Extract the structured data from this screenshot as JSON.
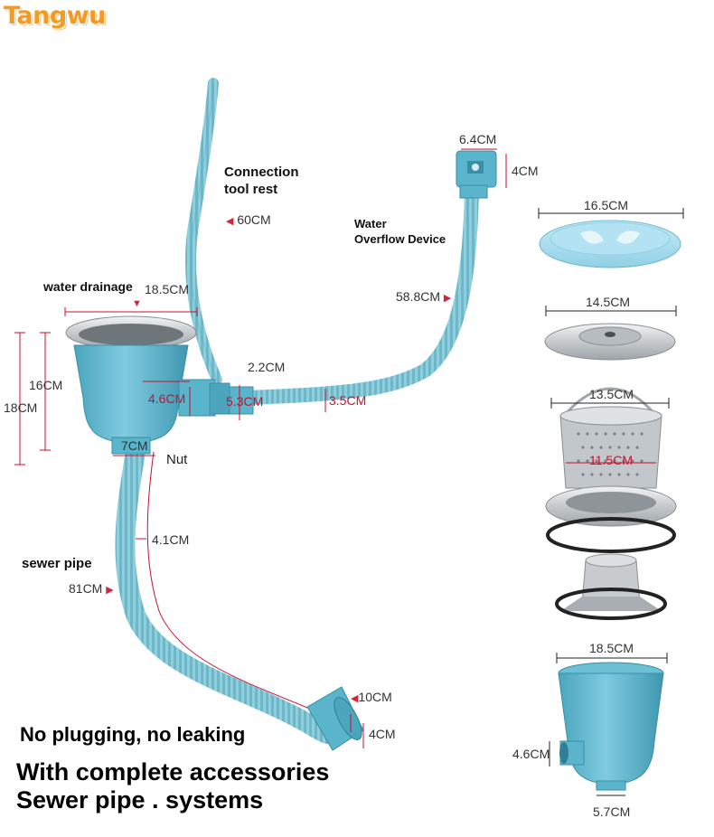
{
  "brand": "Tangwu",
  "labels": {
    "connection": "Connection",
    "tool_rest": "tool rest",
    "water": "Water",
    "overflow": "Overflow Device",
    "water_drainage": "water drainage",
    "nut": "Nut",
    "sewer_pipe": "sewer pipe"
  },
  "dims": {
    "d60": "60CM",
    "d64": "6.4CM",
    "d4top": "4CM",
    "d588": "58.8CM",
    "d185a": "18.5CM",
    "d22": "2.2CM",
    "d46": "4.6CM",
    "d53": "5.3CM",
    "d35": "3.5CM",
    "d16": "16CM",
    "d18": "18CM",
    "d7": "7CM",
    "d41": "4.1CM",
    "d81": "81CM",
    "d10": "10CM",
    "d4bot": "4CM",
    "d165": "16.5CM",
    "d145": "14.5CM",
    "d135": "13.5CM",
    "d115": "11.5CM",
    "d185b": "18.5CM",
    "d46b": "4.6CM",
    "d57": "5.7CM"
  },
  "slogans": {
    "line1": "No plugging, no leaking",
    "line2": "With complete accessories",
    "line3": "Sewer pipe . systems"
  },
  "colors": {
    "brand": "#f29a24",
    "pipe_blue": "#7cc3d3",
    "body_blue": "#5ab4cb",
    "steel": "#c8ccd0",
    "dimension_red": "#c8102e"
  },
  "icons": [
    "arrow-left-icon",
    "arrow-right-icon",
    "arrow-down-icon"
  ]
}
